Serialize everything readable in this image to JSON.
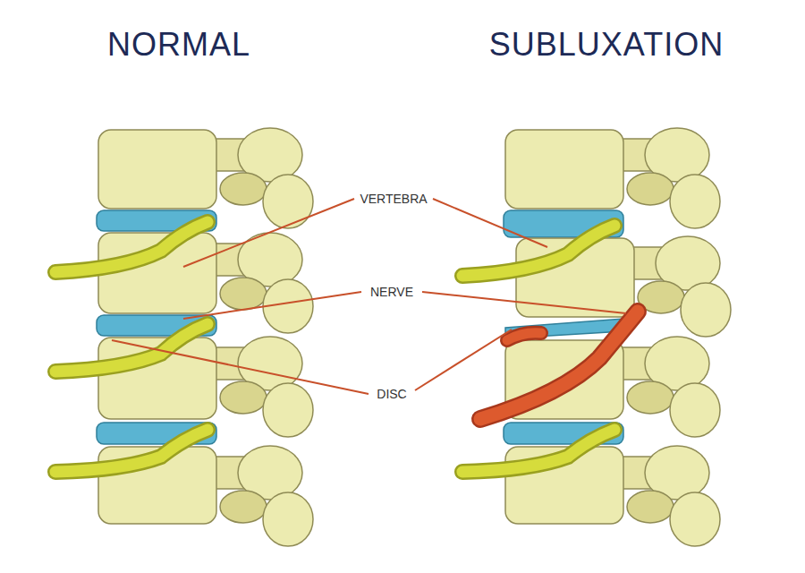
{
  "diagram": {
    "labels": [
      "NORMAL",
      "SUBLUXATION",
      "VERTEBRA",
      "NERVE",
      "DISC"
    ]
  }
}
